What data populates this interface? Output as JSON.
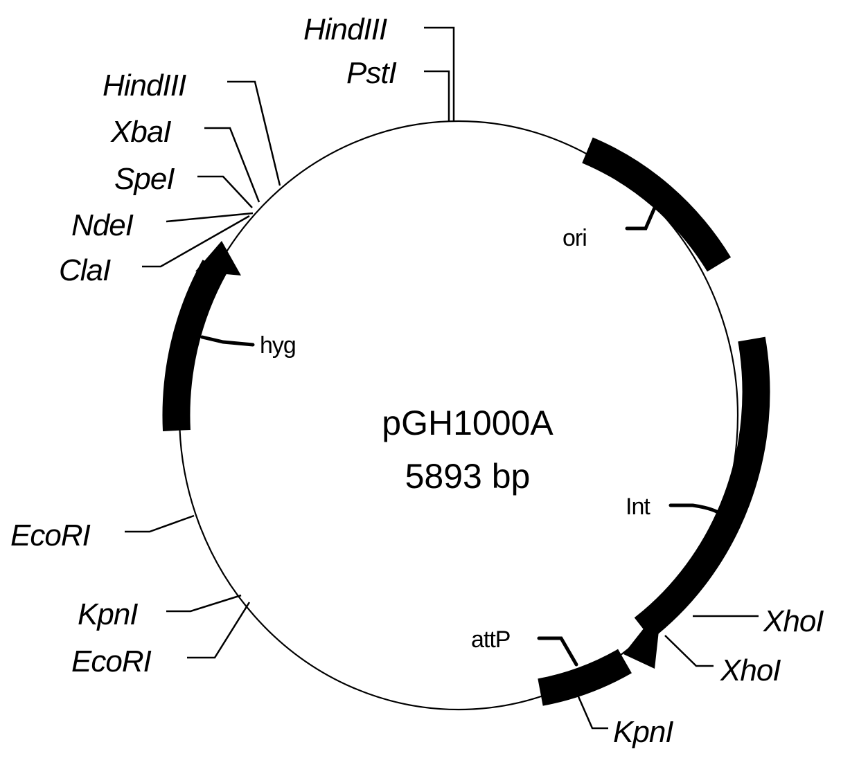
{
  "plasmid": {
    "name": "pGH1000A",
    "size_label": "5893 bp"
  },
  "restriction_sites": {
    "top_hind": "HindIII",
    "top_pst": "PstI",
    "left_hind": "HindIII",
    "xba": "XbaI",
    "spe": "SpeI",
    "nde": "NdeI",
    "cla": "ClaI",
    "eco_upper": "EcoRI",
    "kpn_left": "KpnI",
    "eco_lower": "EcoRI",
    "xho_upper": "XhoI",
    "xho_lower": "XhoI",
    "kpn_bottom": "KpnI"
  },
  "features": {
    "ori": "ori",
    "hyg": "hyg",
    "int": "Int",
    "attp": "attP"
  },
  "colors": {
    "ink": "#000000",
    "background": "#ffffff"
  }
}
